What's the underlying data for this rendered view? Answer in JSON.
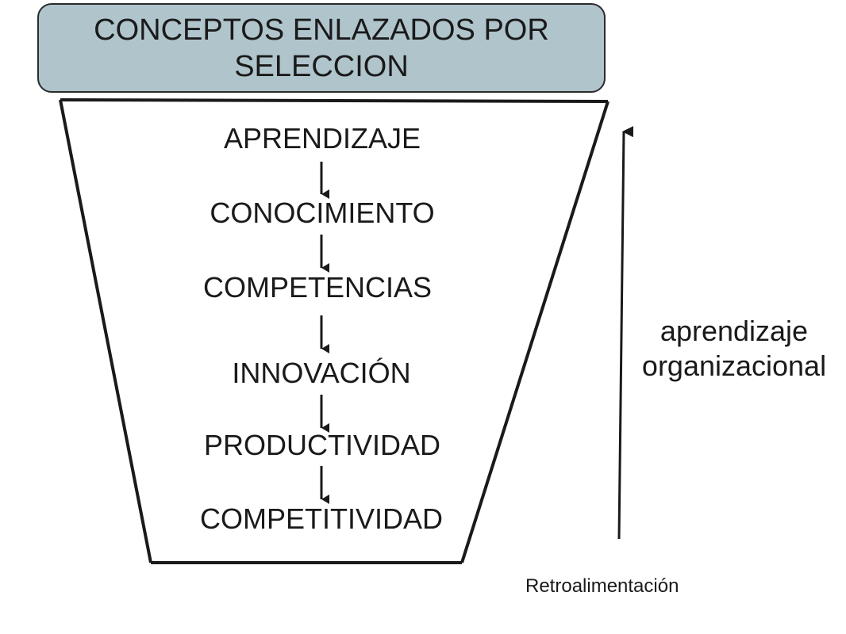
{
  "title": {
    "text": "CONCEPTOS ENLAZADOS POR SELECCION",
    "fill_color": "#b0c4cc"
  },
  "concepts": [
    "APRENDIZAJE",
    "CONOCIMIENTO",
    "COMPETENCIAS",
    "INNOVACIÓN",
    "PRODUCTIVIDAD",
    "COMPETITIVIDAD"
  ],
  "side_label": {
    "line1": "aprendizaje",
    "line2": "organizacional"
  },
  "feedback_label": "Retroalimentación",
  "colors": {
    "line": "#1a1a1a",
    "text": "#1a1a1a"
  }
}
